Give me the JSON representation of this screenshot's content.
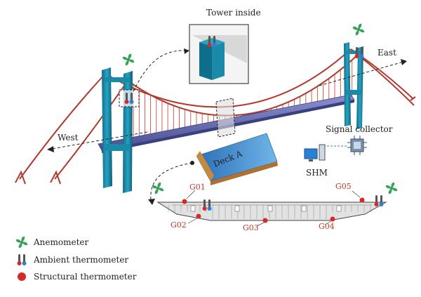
{
  "labels": {
    "tower_inside": "Tower inside",
    "east": "East",
    "west": "West",
    "signal_collector": "Signal collector",
    "shm": "SHM",
    "deck": "Deck A"
  },
  "gauges": [
    "G01",
    "G02",
    "G03",
    "G04",
    "G05"
  ],
  "legend": [
    {
      "icon": "anemometer-icon",
      "label": "Anemometer"
    },
    {
      "icon": "ambient-thermometer-icon",
      "label": "Ambient thermometer"
    },
    {
      "icon": "structural-thermometer-icon",
      "label": "Structural thermometer"
    }
  ],
  "colors": {
    "tower": "#1a8aa8",
    "cable": "#b03a2e",
    "deck": "#6a6fb0",
    "sensor_red": "#d62a2a",
    "anemometer": "#3aa35a"
  }
}
